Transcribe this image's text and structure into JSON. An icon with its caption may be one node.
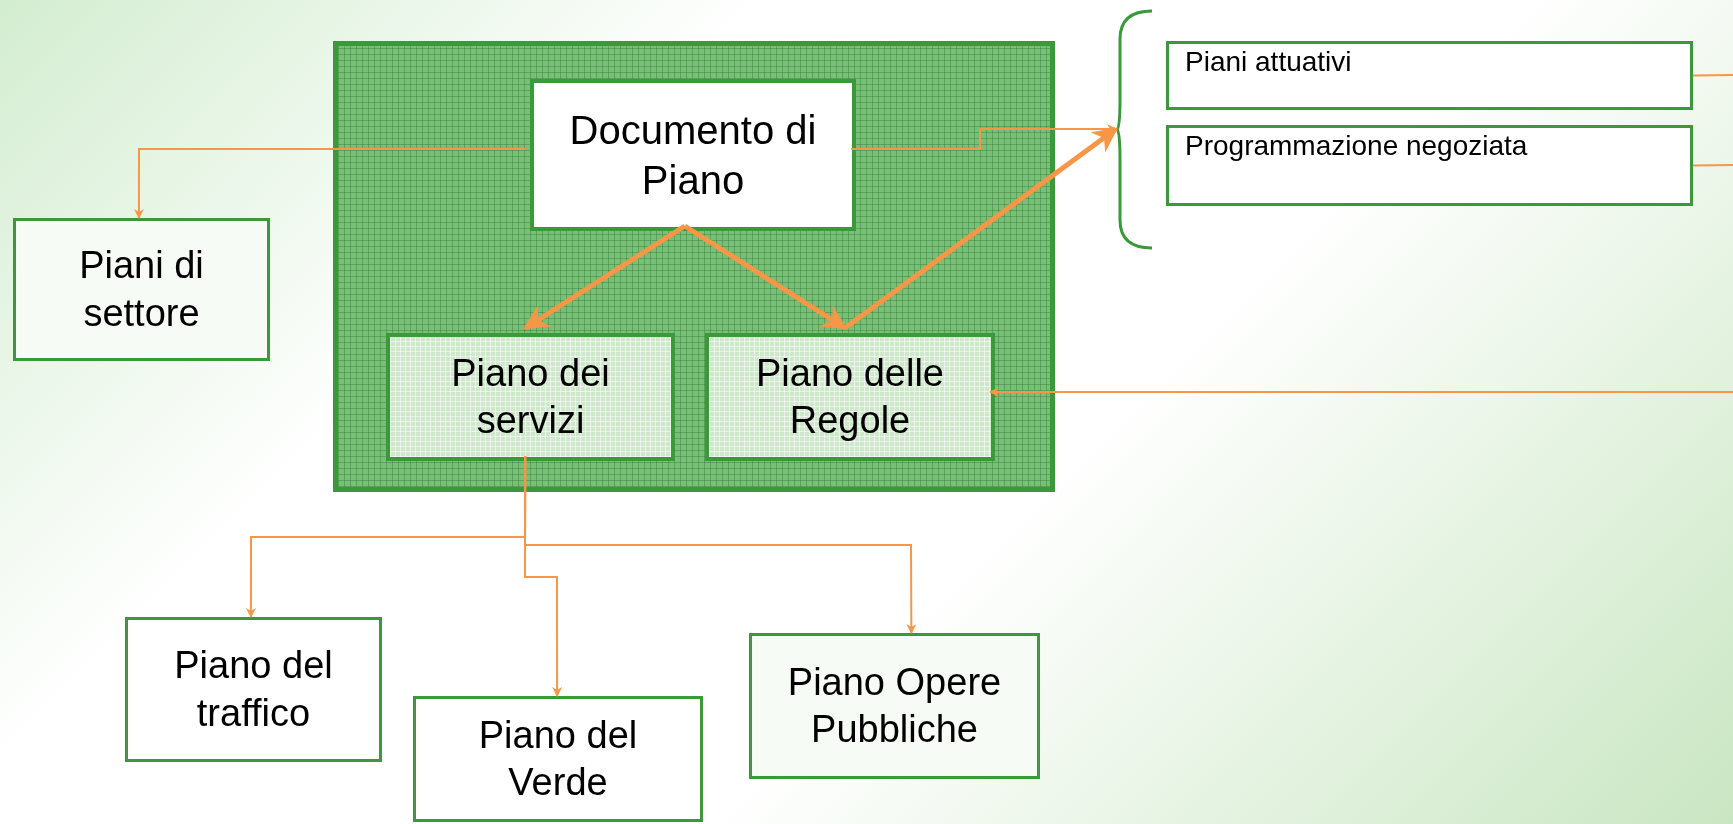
{
  "diagram": {
    "nodes": [
      {
        "text": [],
        "shape": "box"
      },
      {
        "text": [
          "Documento di Piano"
        ],
        "in": 0
      },
      {
        "text": [
          "Piano dei servizi"
        ],
        "in": 0
      },
      {
        "text": [
          "Piano delle Regole"
        ],
        "in": 0
      },
      {
        "text": [
          "Piani di settore"
        ]
      },
      {
        "text": [],
        "shape": "brace"
      },
      {
        "text": [
          "Piani attuativi"
        ]
      },
      {
        "text": [
          "Programmazione negoziata"
        ]
      },
      {
        "text": [
          "Piano del traffico"
        ]
      },
      {
        "text": [
          "Piano del Verde"
        ]
      },
      {
        "text": [
          "Piano Opere Pubbliche"
        ]
      }
    ],
    "edges": [
      {
        "from": 1,
        "to": 4,
        "arrow": "to"
      },
      {
        "from": 1,
        "to": 5,
        "arrow": "to"
      },
      {
        "from": 1,
        "to": 2,
        "arrow": "to",
        "style": "thick"
      },
      {
        "from": 1,
        "to": 3,
        "arrow": "to",
        "style": "thick"
      },
      {
        "from": 3,
        "to": 5,
        "arrow": "to",
        "style": "thick"
      },
      {
        "from": 6,
        "to": null,
        "arrow": "none"
      },
      {
        "from": 7,
        "to": null,
        "arrow": "none"
      },
      {
        "from": null,
        "to": 3,
        "arrow": "to"
      },
      {
        "from": 2,
        "to": 8,
        "arrow": "to"
      },
      {
        "from": 2,
        "to": 9,
        "arrow": "to"
      },
      {
        "from": 2,
        "to": 10,
        "arrow": "to"
      }
    ]
  }
}
